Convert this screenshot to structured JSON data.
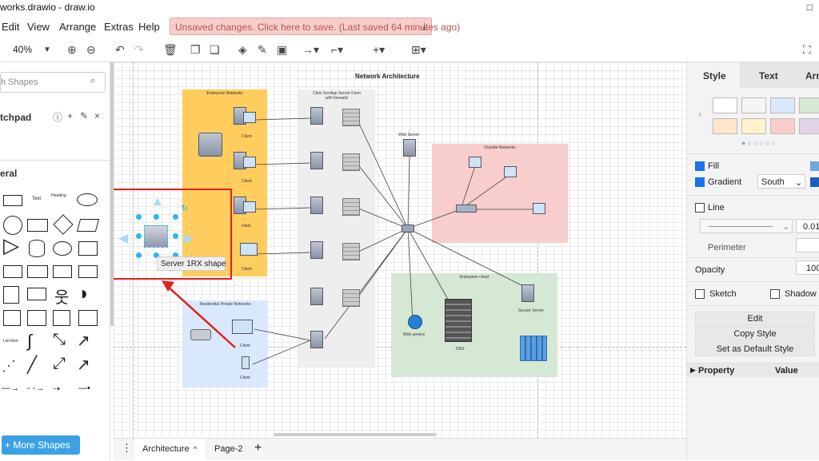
{
  "app": {
    "title": "works.drawio - draw.io",
    "window_controls": "□"
  },
  "menu": [
    "Edit",
    "View",
    "Arrange",
    "Extras",
    "Help"
  ],
  "unsaved_banner": "Unsaved changes. Click here to save. (Last saved 64 minutes ago)",
  "toolbar": {
    "zoom": "40%"
  },
  "sidebar": {
    "search_placeholder": "h Shapes",
    "scratchpad": "tchpad",
    "general": "eral",
    "text_shape": "Text",
    "heading_shape": "Heading",
    "more_shapes": "+ More Shapes"
  },
  "diagram": {
    "title": "Network Architecture",
    "tooltip": "Server 1RX shape",
    "zones": {
      "enterprise": "Enterprise Networks",
      "citrix": "Citrix XenApp Server Farm with firewalls",
      "outside": "Outside Networks",
      "residential": "Residential Private Networks",
      "cloud": "Enterprise cloud"
    },
    "labels": {
      "client": "Client",
      "client_lower": "client",
      "web_server": "Web Server",
      "web_service": "Web service",
      "dns": "DNS",
      "secure_server": "Secure Server"
    }
  },
  "bottom": {
    "tab1": "Architecture",
    "tab2": "Page-2"
  },
  "panel": {
    "tabs": [
      "Style",
      "Text",
      "Arr"
    ],
    "fill": "Fill",
    "gradient": "Gradient",
    "gradient_dir": "South",
    "line": "Line",
    "line_width": "0.01",
    "perimeter": "Perimeter",
    "opacity": "Opacity",
    "opacity_val": "100",
    "sketch": "Sketch",
    "shadow": "Shadow",
    "edit": "Edit",
    "copy_style": "Copy Style",
    "set_default": "Set as Default Style",
    "property": "Property",
    "value": "Value"
  },
  "colors": {
    "accent": "#29b6f2",
    "unsaved_bg": "#f8cecc",
    "enterprise": "#ffcd5e",
    "outside": "#f8cecc",
    "residential": "#dae8fc",
    "cloud": "#d5e8d4",
    "citrix": "#eeeeee",
    "highlight_red": "#e02020"
  }
}
